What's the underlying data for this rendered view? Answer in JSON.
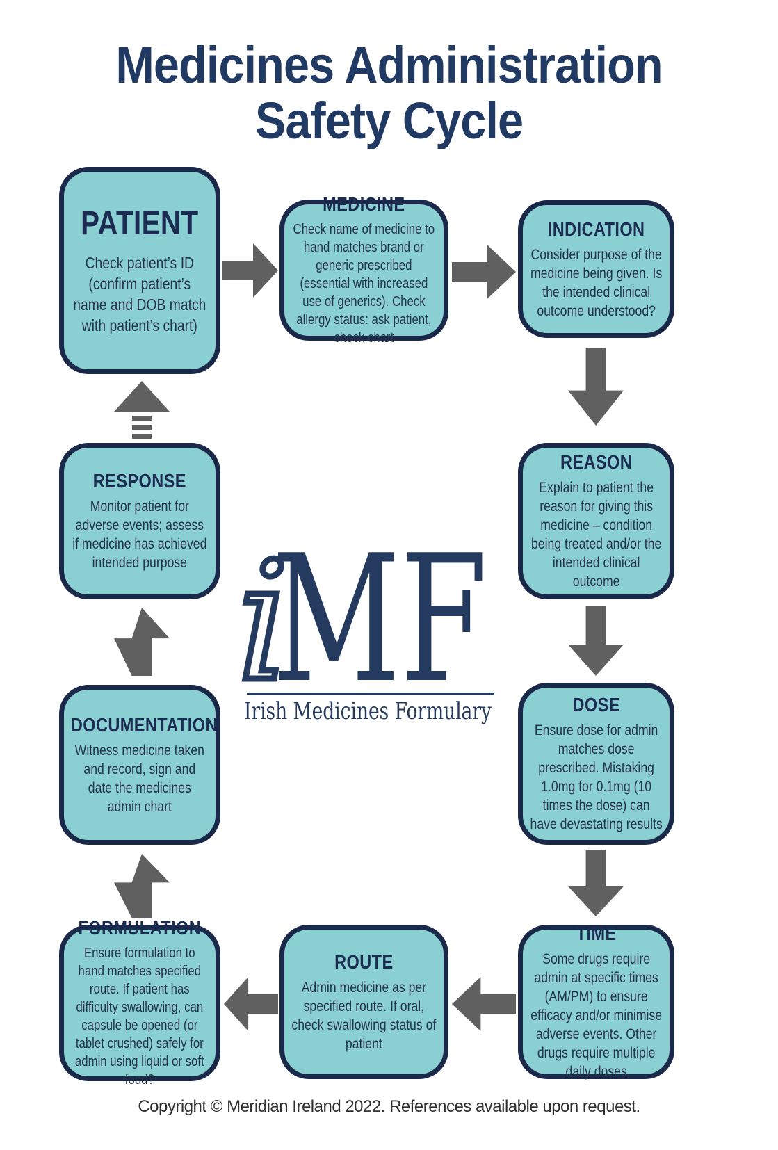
{
  "page": {
    "title_line1": "Medicines Administration",
    "title_line2": "Safety Cycle",
    "footer": "Copyright © Meridian Ireland 2022. References available upon request."
  },
  "logo": {
    "i": "i",
    "mf": "MF",
    "name": "Irish Medicines Formulary"
  },
  "colors": {
    "box_fill_teal": "#8ad0d2",
    "box_border_navy": "#1a2849",
    "title_navy": "#213a64",
    "arrow_gray": "#606060"
  },
  "boxes": {
    "patient": {
      "title": "PATIENT",
      "body": "Check patient’s ID (confirm patient’s name and DOB match with patient’s chart)"
    },
    "medicine": {
      "title": "MEDICINE",
      "body": "Check name of medicine to hand matches brand or generic prescribed (essential with increased use of generics). Check allergy status: ask patient, check chart"
    },
    "indication": {
      "title": "INDICATION",
      "body": "Consider purpose of the medicine being given. Is the intended clinical outcome understood?"
    },
    "reason": {
      "title": "REASON",
      "body": "Explain to patient the reason for giving this medicine – condition being treated and/or the intended clinical outcome"
    },
    "dose": {
      "title": "DOSE",
      "body": "Ensure dose for admin matches dose prescribed. Mistaking 1.0mg for 0.1mg (10 times the dose) can have devastating results"
    },
    "time": {
      "title": "TIME",
      "body": "Some drugs require admin at specific times (AM/PM) to ensure efficacy and/or minimise adverse events. Other drugs require multiple daily doses"
    },
    "route": {
      "title": "ROUTE",
      "body": "Admin medicine as per specified route. If oral, check swallowing status of patient"
    },
    "formulation": {
      "title": "FORMULATION",
      "body": "Ensure formulation to hand matches specified route. If patient has difficulty swallowing, can capsule be opened (or tablet crushed) safely for admin using liquid or soft food?"
    },
    "documentation": {
      "title": "DOCUMENTATION",
      "body": "Witness medicine taken and record, sign and date the medicines admin chart"
    },
    "response": {
      "title": "RESPONSE",
      "body": "Monitor patient for adverse events; assess if medicine has achieved intended purpose"
    }
  }
}
